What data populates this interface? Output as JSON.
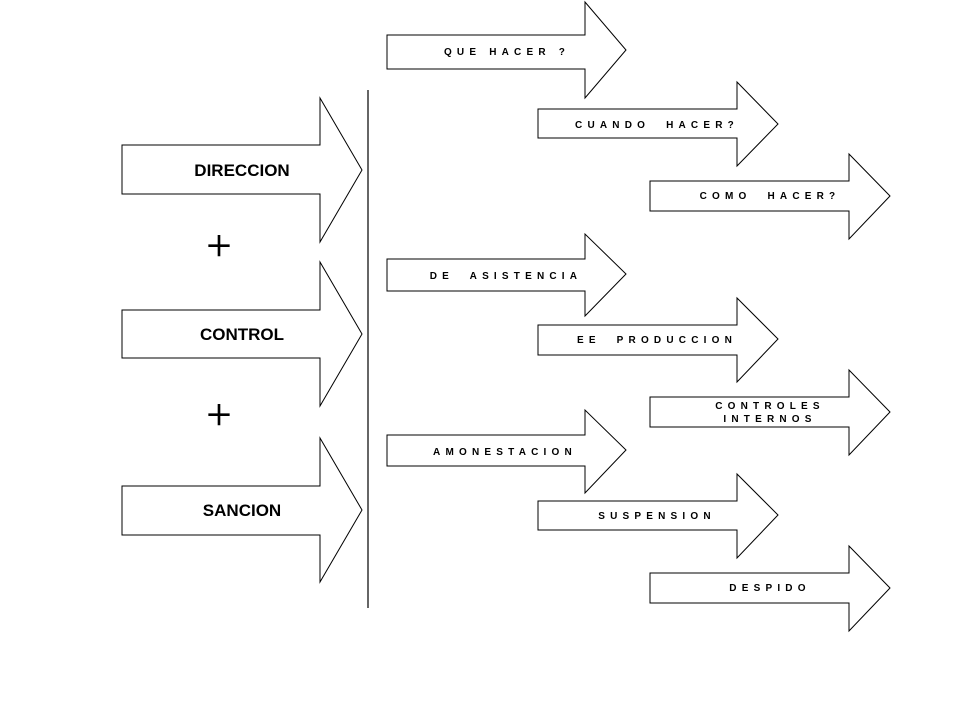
{
  "main_arrows": [
    {
      "label": "DIRECCION"
    },
    {
      "label": "CONTROL"
    },
    {
      "label": "SANCION"
    }
  ],
  "plus_signs": [
    "+",
    "+"
  ],
  "sub_arrows": [
    {
      "lines": [
        "QUE HACER ?"
      ]
    },
    {
      "lines": [
        "CUANDO  HACER?"
      ]
    },
    {
      "lines": [
        "COMO  HACER?"
      ]
    },
    {
      "lines": [
        "DE  ASISTENCIA"
      ]
    },
    {
      "lines": [
        "EE  PRODUCCION"
      ]
    },
    {
      "lines": [
        "CONTROLES",
        "INTERNOS"
      ]
    },
    {
      "lines": [
        "AMONESTACION"
      ]
    },
    {
      "lines": [
        "SUSPENSION"
      ]
    },
    {
      "lines": [
        "DESPIDO"
      ]
    }
  ]
}
